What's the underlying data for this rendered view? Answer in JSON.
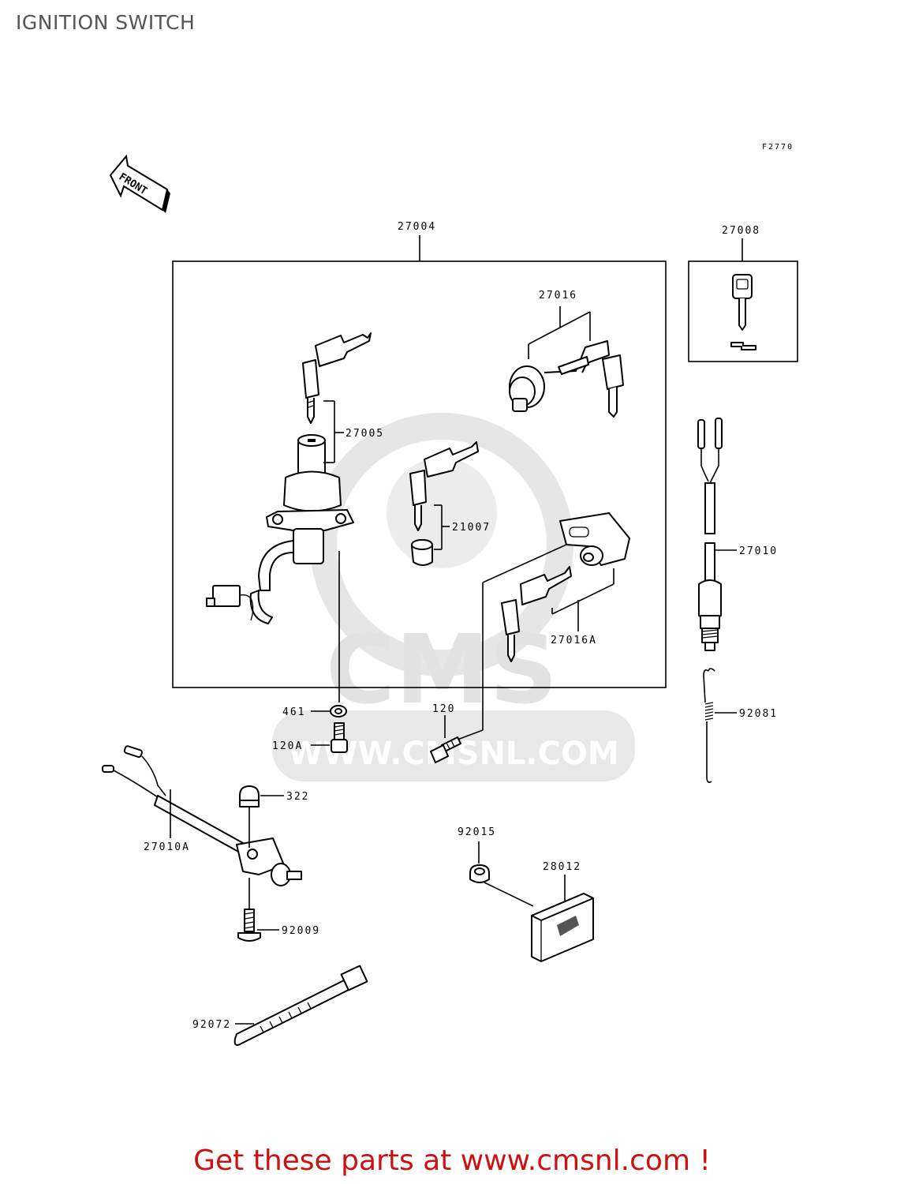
{
  "page": {
    "title": "IGNITION SWITCH",
    "figure_code": "F2770",
    "front_marker": "FRONT",
    "watermark_text": "WWW.CMSNL.COM",
    "watermark_logo": "CMS",
    "promo": "Get these parts at www.cmsnl.com !"
  },
  "parts": {
    "p27004": "27004",
    "p27008": "27008",
    "p27016": "27016",
    "p27005": "27005",
    "p21007": "21007",
    "p27010": "27010",
    "p27016A": "27016A",
    "p461": "461",
    "p120A": "120A",
    "p120": "120",
    "p92081": "92081",
    "p322": "322",
    "p27010A": "27010A",
    "p92015": "92015",
    "p28012": "28012",
    "p92009": "92009",
    "p92072": "92072"
  },
  "colors": {
    "promo": "#cc1111",
    "title": "#555555",
    "watermark": "#e3e3e3"
  }
}
